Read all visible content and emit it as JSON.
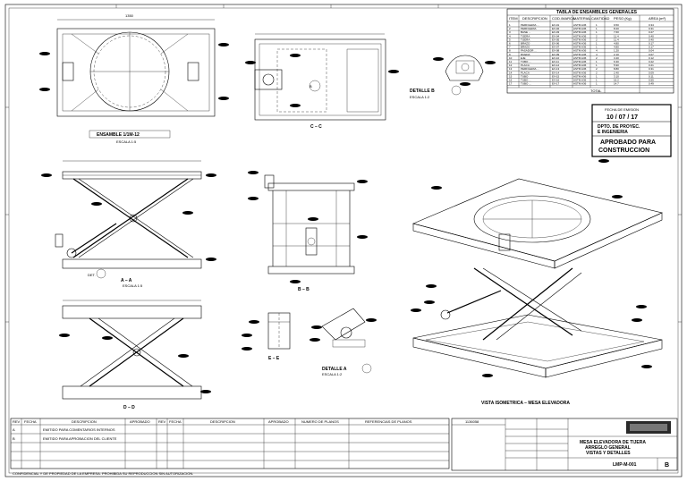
{
  "sheet": {
    "top_dim": "1350",
    "table_title": "TABLA DE ENSAMBLES GENERALES",
    "table_headers": [
      "ITEM",
      "DESCRIPCION",
      "COD./MARCA",
      "MATERIAL",
      "CANTIDAD",
      "PESO (Kg)",
      "AREA (m²)"
    ],
    "table_rows": [
      [
        "1",
        "PERFILERIA ...",
        "EV-01",
        "ASTM A36",
        "1",
        "9.50",
        "0.34"
      ],
      [
        "2",
        "PERFILERIA",
        "EV-02",
        "ASTM A36",
        "1",
        "8.20",
        "0.31"
      ],
      [
        "3",
        "BASE ...",
        "EV-03",
        "ASTM A36",
        "1",
        "7.60",
        "0.27"
      ],
      [
        "4",
        "TIJERA",
        "EV-04",
        "ASTM A36",
        "2",
        "11.4",
        "0.40"
      ],
      [
        "5",
        "TIJERA",
        "EV-05",
        "ASTM A36",
        "2",
        "11.4",
        "0.40"
      ],
      [
        "6",
        "BRAZO",
        "EV-06",
        "ASTM A36",
        "1",
        "4.80",
        "0.17"
      ],
      [
        "7",
        "BRAZO",
        "EV-07",
        "ASTM A36",
        "1",
        "4.80",
        "0.17"
      ],
      [
        "8",
        "PASADOR ...",
        "EV-08",
        "ASTM A36",
        "4",
        "1.20",
        "0.04"
      ],
      [
        "9",
        "RUEDA",
        "EV-09",
        "ASTM A36",
        "4",
        "2.10",
        "0.07"
      ],
      [
        "10",
        "EJE",
        "EV-10",
        "ASTM A36",
        "2",
        "3.40",
        "0.12"
      ],
      [
        "11",
        "TUBO ...",
        "EV-11",
        "ASTM A36",
        "1",
        "6.30",
        "0.22"
      ],
      [
        "12",
        "PLACA",
        "EV-12",
        "ASTM A36",
        "1",
        "5.90",
        "0.21"
      ],
      [
        "13",
        "PERFILERIA ...",
        "EV-13",
        "ASTM A36",
        "2",
        "8.80",
        "0.31"
      ],
      [
        "14",
        "PLACA",
        "EV-14",
        "ASTM A36",
        "2",
        "2.40",
        "0.09"
      ],
      [
        "15",
        "TUBO",
        "EV-15",
        "ASTM A36",
        "1",
        "3.10",
        "0.11"
      ],
      [
        "16",
        "TUBO ...",
        "EV-16",
        "ASTM A36",
        "1",
        "16.2",
        "0.55"
      ],
      [
        "17",
        "TUBO ...",
        "EV-17",
        "ASTM A36",
        "1",
        "14.7",
        "0.49"
      ]
    ],
    "table_total": "TOTAL",
    "date_label": "FECHA DE EMISION",
    "date_value": "10 / 07 / 17",
    "dept_line1": "DPTO. DE PROYEC.",
    "dept_line2": "E INGENIERIA",
    "approved_line1": "APROBADO PARA",
    "approved_line2": "CONSTRUCCION",
    "view_plan_label": "ENSAMBLE 1/1M-12",
    "view_plan_sub": "ESCALA 1:5",
    "view_cc": "C – C",
    "detail_b": "DETALLE B",
    "detail_b_scale": "ESCALA 1:2",
    "view_aa": "A – A",
    "view_aa_scale": "ESCALA 1:5",
    "view_bb": "B – B",
    "view_dd": "D – D",
    "view_ee": "E – E",
    "detail_a": "DETALLE A",
    "detail_a_scale": "ESCALA 1:2",
    "iso_label": "VISTA ISOMETRICA – MESA ELEVADORA",
    "revision_headers": [
      "REV",
      "FECHA",
      "DESCRIPCION",
      "APROBADO",
      "REV",
      "FECHA",
      "DESCRIPCION",
      "APROBADO",
      "NUMERO DE PLANOS",
      "REFERENCIAS DE PLANOS"
    ],
    "revision_rows": [
      [
        "A",
        "",
        "EMITIDO PARA COMENTARIOS INTERNOS",
        ""
      ],
      [
        "B",
        "",
        "EMITIDO PARA APROBACION DEL CLIENTE",
        ""
      ],
      [
        "",
        "",
        "",
        ""
      ],
      [
        "",
        "",
        "",
        ""
      ],
      [
        "",
        "",
        "",
        ""
      ]
    ],
    "tb_project_no": "1136058",
    "tb_drawing_title1": "MESA ELEVADORA DE TIJERA",
    "tb_drawing_title2": "ARREGLO GENERAL",
    "tb_drawing_title3": "VISTAS Y DETALLES",
    "tb_drawing_number": "LMP-M-001",
    "tb_rev": "B",
    "footer_note": "CONFIDENCIAL Y DE PROPIEDAD DE LA EMPRESA. PROHIBIDA SU REPRODUCCION SIN AUTORIZACION."
  }
}
